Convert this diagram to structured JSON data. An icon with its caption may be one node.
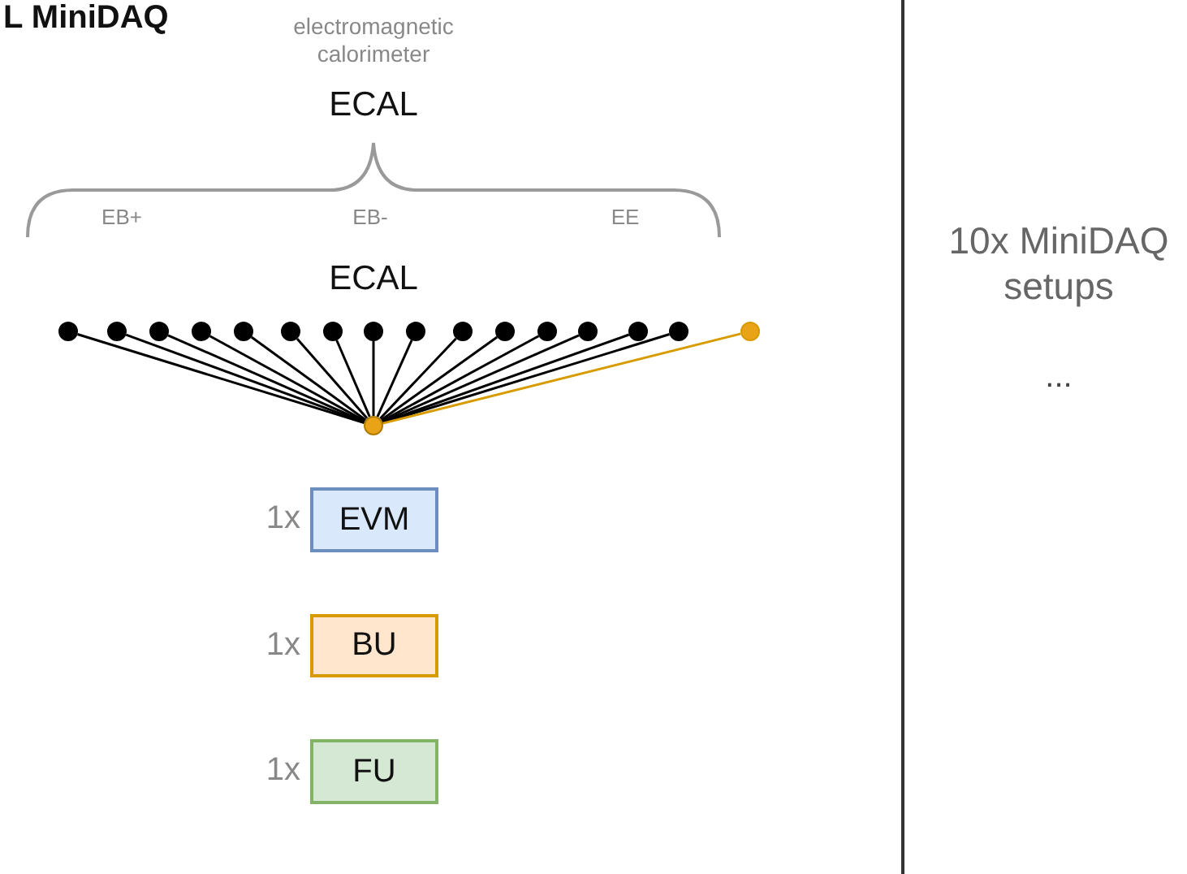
{
  "diagram": {
    "title": "L MiniDAQ",
    "nodes": [
      {
        "text": [],
        "shape": "circle"
      },
      {
        "text": [],
        "shape": "circle"
      },
      {
        "text": [],
        "shape": "circle"
      },
      {
        "text": [],
        "shape": "circle"
      },
      {
        "text": [],
        "shape": "circle"
      },
      {
        "text": [],
        "shape": "circle"
      },
      {
        "text": [],
        "shape": "circle"
      },
      {
        "text": [],
        "shape": "circle"
      },
      {
        "text": [],
        "shape": "circle"
      },
      {
        "text": [],
        "shape": "circle"
      },
      {
        "text": [],
        "shape": "circle"
      },
      {
        "text": [],
        "shape": "circle"
      },
      {
        "text": [],
        "shape": "circle"
      },
      {
        "text": [],
        "shape": "circle"
      },
      {
        "text": [],
        "shape": "circle"
      },
      {
        "text": [],
        "shape": "circle"
      },
      {
        "text": [],
        "shape": "circle"
      },
      {
        "text": [
          "EVM"
        ],
        "beside": [
          "1x"
        ]
      },
      {
        "text": [
          "BU"
        ],
        "beside": [
          "1x"
        ]
      },
      {
        "text": [
          "FU"
        ],
        "beside": [
          "1x"
        ]
      }
    ],
    "edges": [
      {
        "from": 0,
        "to": 16,
        "arrow": "none"
      },
      {
        "from": 1,
        "to": 16,
        "arrow": "none"
      },
      {
        "from": 2,
        "to": 16,
        "arrow": "none"
      },
      {
        "from": 3,
        "to": 16,
        "arrow": "none"
      },
      {
        "from": 4,
        "to": 16,
        "arrow": "none"
      },
      {
        "from": 5,
        "to": 16,
        "arrow": "none"
      },
      {
        "from": 6,
        "to": 16,
        "arrow": "none"
      },
      {
        "from": 7,
        "to": 16,
        "arrow": "none"
      },
      {
        "from": 8,
        "to": 16,
        "arrow": "none"
      },
      {
        "from": 9,
        "to": 16,
        "arrow": "none"
      },
      {
        "from": 10,
        "to": 16,
        "arrow": "none"
      },
      {
        "from": 11,
        "to": 16,
        "arrow": "none"
      },
      {
        "from": 12,
        "to": 16,
        "arrow": "none"
      },
      {
        "from": 13,
        "to": 16,
        "arrow": "none"
      },
      {
        "from": 14,
        "to": 16,
        "arrow": "none"
      },
      {
        "from": 15,
        "to": 16,
        "arrow": "none",
        "color": "#d79b00"
      }
    ],
    "labels": [
      "electromagnetic calorimeter",
      "ECAL",
      "EB+",
      "EB-",
      "EE",
      "ECAL",
      "10x MiniDAQ setups",
      "..."
    ]
  }
}
